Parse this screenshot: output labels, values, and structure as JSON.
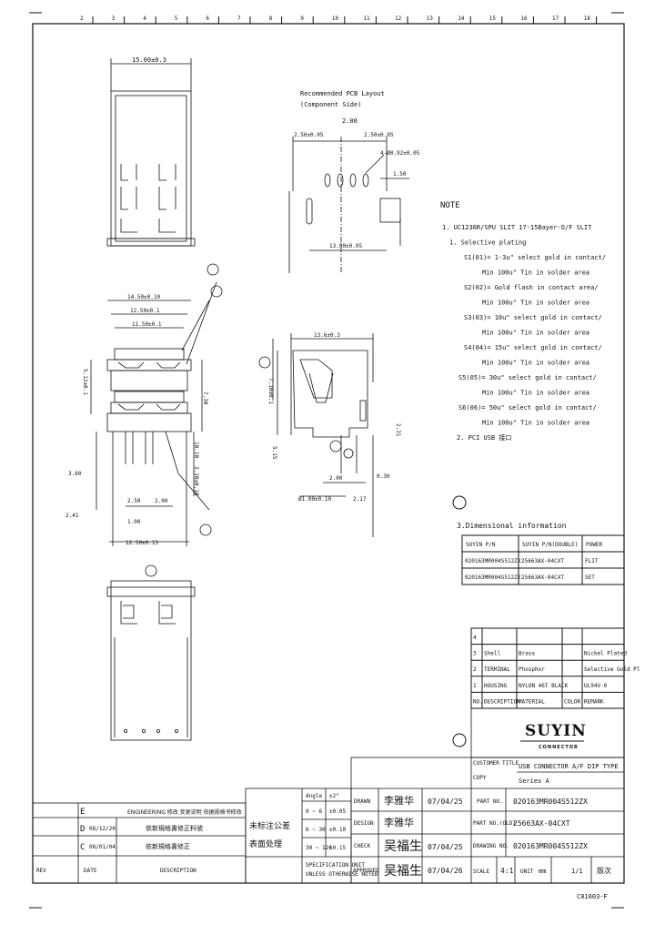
{
  "ruler": {
    "top": [
      "2",
      "3",
      "4",
      "5",
      "6",
      "7",
      "8",
      "9",
      "10",
      "11",
      "12",
      "13",
      "14",
      "15",
      "16",
      "17",
      "18"
    ]
  },
  "drawing": {
    "top_dim": "15.00±0.3",
    "pcb_title_1": "Recommended PCB Layout",
    "pcb_title_2": "(Component Side)",
    "pcb_pitch": "2.00",
    "pcb_dim_left": "2.50±0.05",
    "pcb_dim_right": "2.50±0.05",
    "pcb_hole": "4-Ø0.92±0.05",
    "pcb_dim_small": "1.50",
    "pcb_bottom": "13.00±0.05",
    "side_dims": [
      "14.50±0.10",
      "12.50±0.1",
      "11.50±0.1"
    ],
    "side_left_dim": "5.12±0.1",
    "side_height_a": "7.30",
    "side_height_b": "10.10",
    "side_height_c": "3.20±0.10",
    "side_pin": "3.60",
    "side_bottom_a": "2.50",
    "side_bottom_b": "2.00",
    "side_bottom_c": "1.00",
    "side_bottom_total": "12.50±0.15",
    "side_offset": "2.41",
    "mid_top": "13.6±0.3",
    "mid_left": "7.10±0.1",
    "mid_left2": "5.15",
    "mid_pins": "2.31",
    "mid_hole": "Ø1.00±0.10",
    "mid_gap": "0.30",
    "mid_gap2": "2.00",
    "mid_gap3": "2.17",
    "note_title": "NOTE",
    "notes": [
      "1. UC1236R/SPU SLIT 17-15Bayer-O/F SLIT",
      "1. Selective plating",
      "S1(01)= 1-3u\" select gold in contact/",
      "Min 100u\" Tin in solder area",
      "S2(02)= Gold flash in contact area/",
      "Min 100u\" Tin in solder area",
      "S3(03)= 10u\" select gold in contact/",
      "Min 100u\" Tin in solder area",
      "S4(04)= 15u\" select gold in contact/",
      "Min 100u\" Tin in solder area",
      "S5(05)= 30u\" select gold in contact/",
      "Min 100u\" Tin in solder area",
      "S6(06)= 50u\" select gold in contact/",
      "Min 100u\" Tin in solder area",
      "2. PCI USB 接口"
    ],
    "dim_info_title": "3.Dimensional information",
    "dim_table": {
      "headers": [
        "SUYIN P/N",
        "SUYIN P/N(DOUBLE)",
        "POWER"
      ],
      "rows": [
        [
          "020163MR004S512ZX",
          "25663AX-04CXT",
          "FLIT"
        ],
        [
          "020163MR004S512ZX",
          "25663AX-04CXT",
          "SET"
        ]
      ]
    }
  },
  "materials": {
    "rows": [
      [
        "4",
        "",
        "",
        "",
        ""
      ],
      [
        "3",
        "Shell",
        "Brass",
        "",
        "Nickel Plated"
      ],
      [
        "2",
        "TERMINAL",
        "Phosphor",
        "",
        "Selective Gold Pl"
      ],
      [
        "1",
        "HOUSING",
        "NYLON 46T BLACK",
        "",
        "UL94V-0"
      ]
    ],
    "header": [
      "NO.",
      "DESCRIPTION",
      "MATERIAL",
      "COLOR",
      "REMARK"
    ]
  },
  "title_block": {
    "brand": "SUYIN",
    "brand_sub": "CONNECTOR",
    "customer_label": "CUSTOMER",
    "customer_value": "",
    "copy_label": "COPY",
    "title_label": "TITLE",
    "title_value": "USB CONNECTOR A/F DIP TYPE",
    "title_value2": "Series A",
    "drawn_label": "DRAWN",
    "drawn_name": "李雅华",
    "drawn_date": "07/04/25",
    "design_label": "DESIGN",
    "design_name": "李雅华",
    "check_label": "CHECK",
    "check_name": "吴福生",
    "check_date": "07/04/25",
    "approved_label": "APPROVED",
    "approved_name": "吴福生",
    "approved_date": "07/04/26",
    "part_no_label": "PART NO.",
    "part_no_value": "020163MR004S512ZX",
    "part_no_old_label": "PART NO.(OLD)",
    "part_no_old_value": "25663AX-04CXT",
    "drawing_no_label": "DRAWING NO.",
    "drawing_no_value": "020163MR004S512ZX",
    "scale_label": "SCALE",
    "scale_value": "4:1",
    "unit_label": "UNIT",
    "unit_value": "mm",
    "sheet_value": "1/1",
    "version_label": "版次"
  },
  "tolerance": {
    "angle_label": "Angle",
    "angle_value": "±2°",
    "rows": [
      [
        "0 ~ 6",
        "±0.05"
      ],
      [
        "6 ~ 30",
        "±0.10"
      ],
      [
        "30 ~ 120",
        "±0.15"
      ]
    ],
    "notes": [
      "未标注公差",
      "表面处理"
    ],
    "spec_a": "SPECIFICATION UNIT",
    "spec_b": "UNLESS OTHERWISE NOTED"
  },
  "revisions": [
    {
      "rev": "E",
      "desc": "ENGINEERING 修改 变更说明 依据规格书修改"
    },
    {
      "rev": "D",
      "date": "08/12/20",
      "desc": "依新規格書修正料號"
    },
    {
      "rev": "C",
      "date": "08/01/04",
      "desc": "依新規格書修正"
    },
    {
      "rev": "REV",
      "date": "DATE",
      "desc": "DESCRIPTION"
    }
  ],
  "footer_code": "C01003-F"
}
